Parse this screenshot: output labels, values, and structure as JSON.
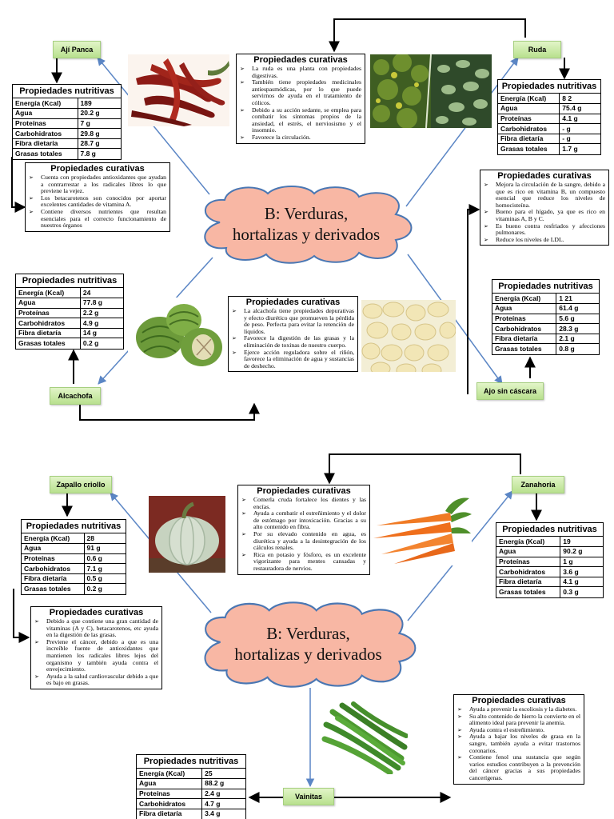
{
  "top": {
    "cloud_title": "B: Verduras,\nhortalizas y derivados",
    "labels": {
      "aji": "Ají Panca",
      "ruda": "Ruda",
      "alcachofa": "Alcachofa",
      "ajo": "Ajo sin cáscara"
    },
    "nutrition": {
      "aji": {
        "title": "Propiedades nutritivas",
        "rows": [
          [
            "Energía (Kcal)",
            "189"
          ],
          [
            "Agua",
            "20.2 g"
          ],
          [
            "Proteínas",
            "7 g"
          ],
          [
            "Carbohidratos",
            "29.8 g"
          ],
          [
            "Fibra dietaría",
            "28.7 g"
          ],
          [
            "Grasas totales",
            "7.8 g"
          ]
        ]
      },
      "ruda": {
        "title": "Propiedades nutritivas",
        "rows": [
          [
            "Energía (Kcal)",
            "8 2"
          ],
          [
            "Agua",
            "75.4 g"
          ],
          [
            "Proteínas",
            "4.1 g"
          ],
          [
            "Carbohidratos",
            "- g"
          ],
          [
            "Fibra dietaría",
            "- g"
          ],
          [
            "Grasas totales",
            "1.7 g"
          ]
        ]
      },
      "alcachofa": {
        "title": "Propiedades nutritivas",
        "rows": [
          [
            "Energía (Kcal)",
            "24"
          ],
          [
            "Agua",
            "77.8 g"
          ],
          [
            "Proteínas",
            "2.2 g"
          ],
          [
            "Carbohidratos",
            "4.9 g"
          ],
          [
            "Fibra dietaría",
            "14 g"
          ],
          [
            "Grasas totales",
            "0.2 g"
          ]
        ]
      },
      "ajo": {
        "title": "Propiedades nutritivas",
        "rows": [
          [
            "Energía (Kcal)",
            "1 21"
          ],
          [
            "Agua",
            "61.4 g"
          ],
          [
            "Proteínas",
            "5.6 g"
          ],
          [
            "Carbohidratos",
            "28.3 g"
          ],
          [
            "Fibra dietaría",
            "2.1 g"
          ],
          [
            "Grasas totales",
            "0.8 g"
          ]
        ]
      }
    },
    "curative": {
      "ruda": {
        "title": "Propiedades curativas",
        "items": [
          "La ruda es una planta con propiedades digestivas.",
          "También tiene propiedades medicinales antiespasmódicas, por lo que puede servirnos de ayuda en el tratamiento de cólicos.",
          "Debido a su acción sedante, se emplea para combatir los síntomas propios de la ansiedad, el estrés, el nerviosismo y el insomnio.",
          "Favorece la circulación."
        ]
      },
      "aji": {
        "title": "Propiedades curativas",
        "items": [
          "Cuenta con propiedades antioxidantes que ayudan a contrarrestar a los radicales libres lo que previene la vejez.",
          "Los betacarotenos son conocidos por aportar excelentes cantidades de vitamina A.",
          "Contiene diversos nutrientes que resultan esenciales para el correcto funcionamiento de nuestros órganos"
        ]
      },
      "ajo": {
        "title": "Propiedades curativas",
        "items": [
          "Mejora la circulación de la sangre, debido a que es rico en vitamina B, un compuesto esencial que reduce los niveles de homocisteína.",
          "Bueno para el hígado, ya que es rico en vitaminas A, B y C.",
          "Es bueno contra resfriados y afecciones pulmonares.",
          "Reduce los niveles de LDL."
        ]
      },
      "alcachofa": {
        "title": "Propiedades curativas",
        "items": [
          "La alcachofa tiene propiedades depurativas y efecto diurético que promueven la pérdida de peso. Perfecta para evitar la retención de líquidos.",
          "Favorece la digestión de las grasas y la eliminación de toxinas de nuestro cuerpo.",
          "Ejerce acción reguladora sobre el riñón, favorece la eliminación de agua y sustancias de deshecho."
        ]
      }
    }
  },
  "bottom": {
    "cloud_title": "B: Verduras,\nhortalizas y derivados",
    "labels": {
      "zapallo": "Zapallo criollo",
      "zanahoria": "Zanahoria",
      "vainitas": "Vainitas"
    },
    "nutrition": {
      "zapallo": {
        "title": "Propiedades nutritivas",
        "rows": [
          [
            "Energía (Kcal)",
            "28"
          ],
          [
            "Agua",
            "91 g"
          ],
          [
            "Proteínas",
            "0.6 g"
          ],
          [
            "Carbohidratos",
            "7.1 g"
          ],
          [
            "Fibra dietaría",
            "0.5 g"
          ],
          [
            "Grasas totales",
            "0.2 g"
          ]
        ]
      },
      "zanahoria": {
        "title": "Propiedades nutritivas",
        "rows": [
          [
            "Energía (Kcal)",
            "19"
          ],
          [
            "Agua",
            "90.2 g"
          ],
          [
            "Proteínas",
            "1 g"
          ],
          [
            "Carbohidratos",
            "3.6 g"
          ],
          [
            "Fibra dietaría",
            "4.1 g"
          ],
          [
            "Grasas totales",
            "0.3 g"
          ]
        ]
      },
      "vainitas": {
        "title": "Propiedades nutritivas",
        "rows": [
          [
            "Energía (Kcal)",
            "25"
          ],
          [
            "Agua",
            "88.2 g"
          ],
          [
            "Proteínas",
            "2.4 g"
          ],
          [
            "Carbohidratos",
            "4.7 g"
          ],
          [
            "Fibra dietaría",
            "3.4 g"
          ]
        ]
      }
    },
    "curative": {
      "zanahoria": {
        "title": "Propiedades curativas",
        "items": [
          "Comerla cruda fortalece los dientes y las encías.",
          "Ayuda a combatir el estreñimiento y el dolor de estómago por intoxicación. Gracias a su alto contenido en fibra.",
          "Por su elevado contenido en agua, es diurética y ayuda a la desintegración de los cálculos renales.",
          "Rica en potasio y fósforo, es un excelente vigorizante para mentes cansadas y restauradora de nervios."
        ]
      },
      "zapallo": {
        "title": "Propiedades curativas",
        "items": [
          "Debido a que contiene una gran cantidad de vitaminas (A y C), betacarotenos, etc ayuda en la digestión de las grasas.",
          "Previene el cáncer, debido a que es una increíble fuente de antioxidantes que mantienen los radicales libres lejos del organismo y también ayuda contra el envejecimiento.",
          "Ayuda a la salud cardiovascular debido a que es bajo en grasas."
        ]
      },
      "vainitas": {
        "title": "Propiedades curativas",
        "items": [
          "Ayuda a prevenir la escoliosis y la diabetes.",
          "Su alto contenido de hierro la convierte en el alimento ideal para prevenir la anemia.",
          "Ayuda contra el estreñimiento.",
          "Ayuda a bajar los niveles de grasa en la sangre, también ayuda a evitar trastornos coronarios.",
          "Contiene fenol una sustancia que según varios estudios contribuyen a la prevención del cáncer gracias a sus propiedades cancerígenas."
        ]
      }
    }
  },
  "colors": {
    "cloud_fill": "#f8b7a4",
    "cloud_stroke": "#4a77b3",
    "connector_blue": "#5b86c5",
    "tag_green": "#c7e7a4"
  }
}
